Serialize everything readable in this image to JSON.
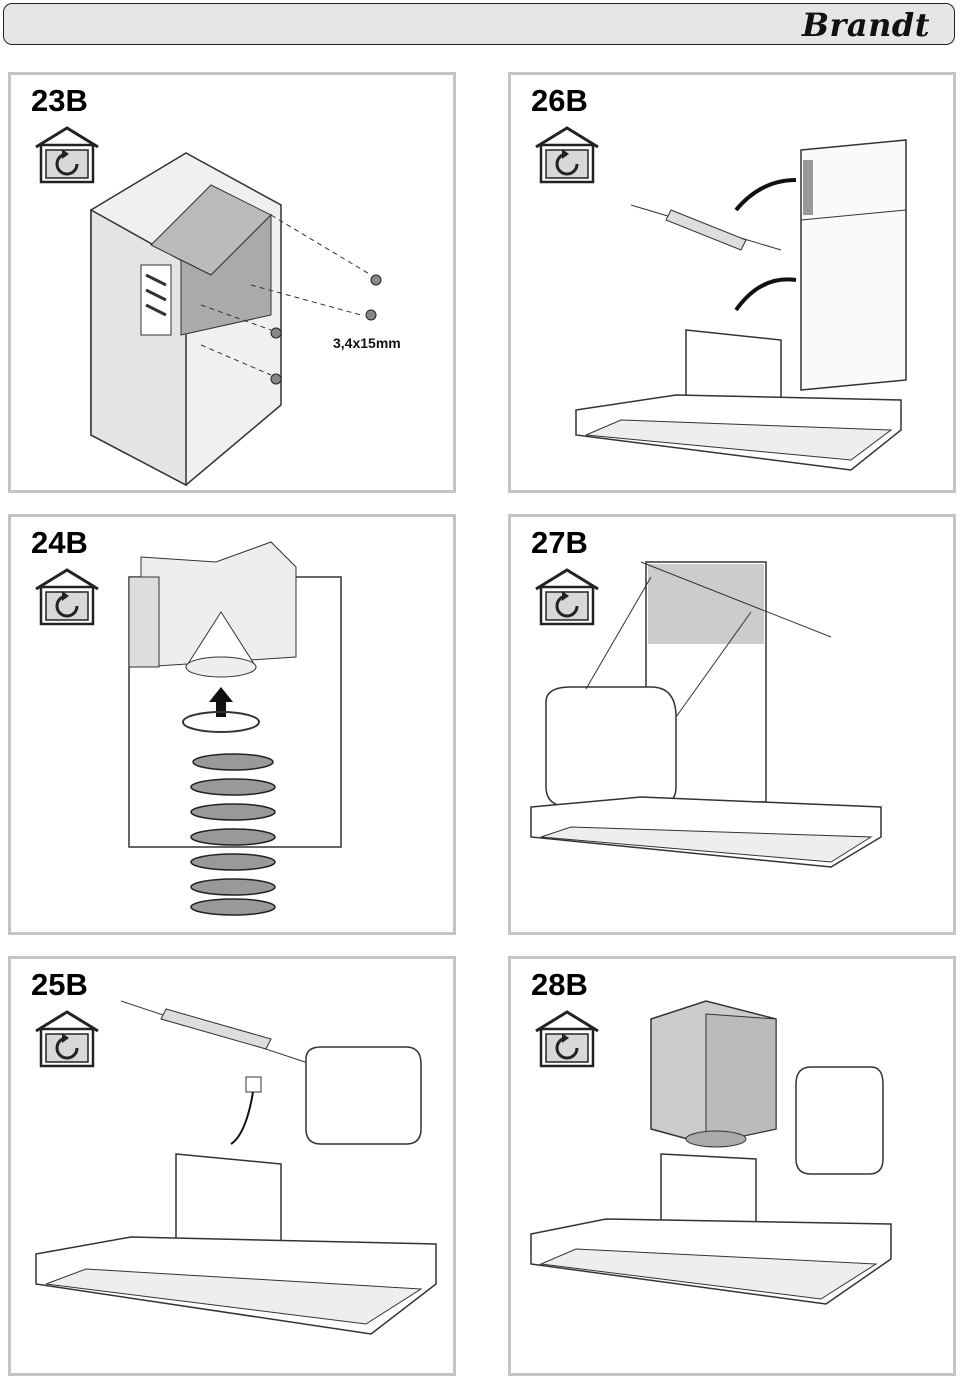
{
  "brand": "Brandt",
  "panels": [
    {
      "id": "23B",
      "label": "23B",
      "dimension": "3,4x15mm"
    },
    {
      "id": "26B",
      "label": "26B"
    },
    {
      "id": "24B",
      "label": "24B"
    },
    {
      "id": "27B",
      "label": "27B"
    },
    {
      "id": "25B",
      "label": "25B"
    },
    {
      "id": "28B",
      "label": "28B"
    }
  ],
  "icons": {
    "house": "house-rotate-icon"
  }
}
